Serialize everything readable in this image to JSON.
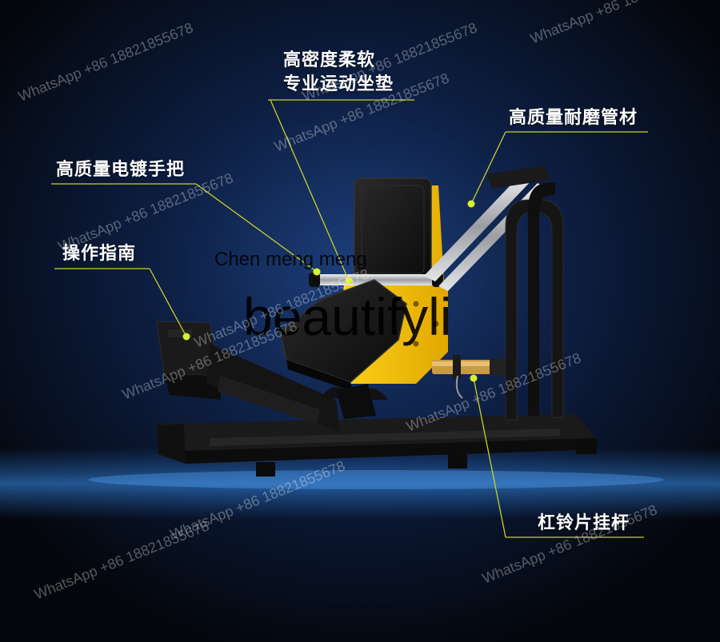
{
  "callouts": {
    "seat": {
      "line1": "高密度柔软",
      "line2": "专业运动坐垫"
    },
    "tubing": "高质量耐磨管材",
    "handle": "高质量电镀手把",
    "guide": "操作指南",
    "plate_bar": "杠铃片挂杆"
  },
  "brand": {
    "small": "Chen meng meng",
    "large": "beautifyli"
  },
  "watermark_text": "WhatsApp +86 18821855678",
  "colors": {
    "background": "#05070d",
    "glow": "#1b3d78",
    "callout_line": "#c8d12a",
    "callout_dot": "#d6f031",
    "frame": "#131313",
    "accent_yellow": "#f2c200",
    "chrome": "#b9bcc0"
  }
}
